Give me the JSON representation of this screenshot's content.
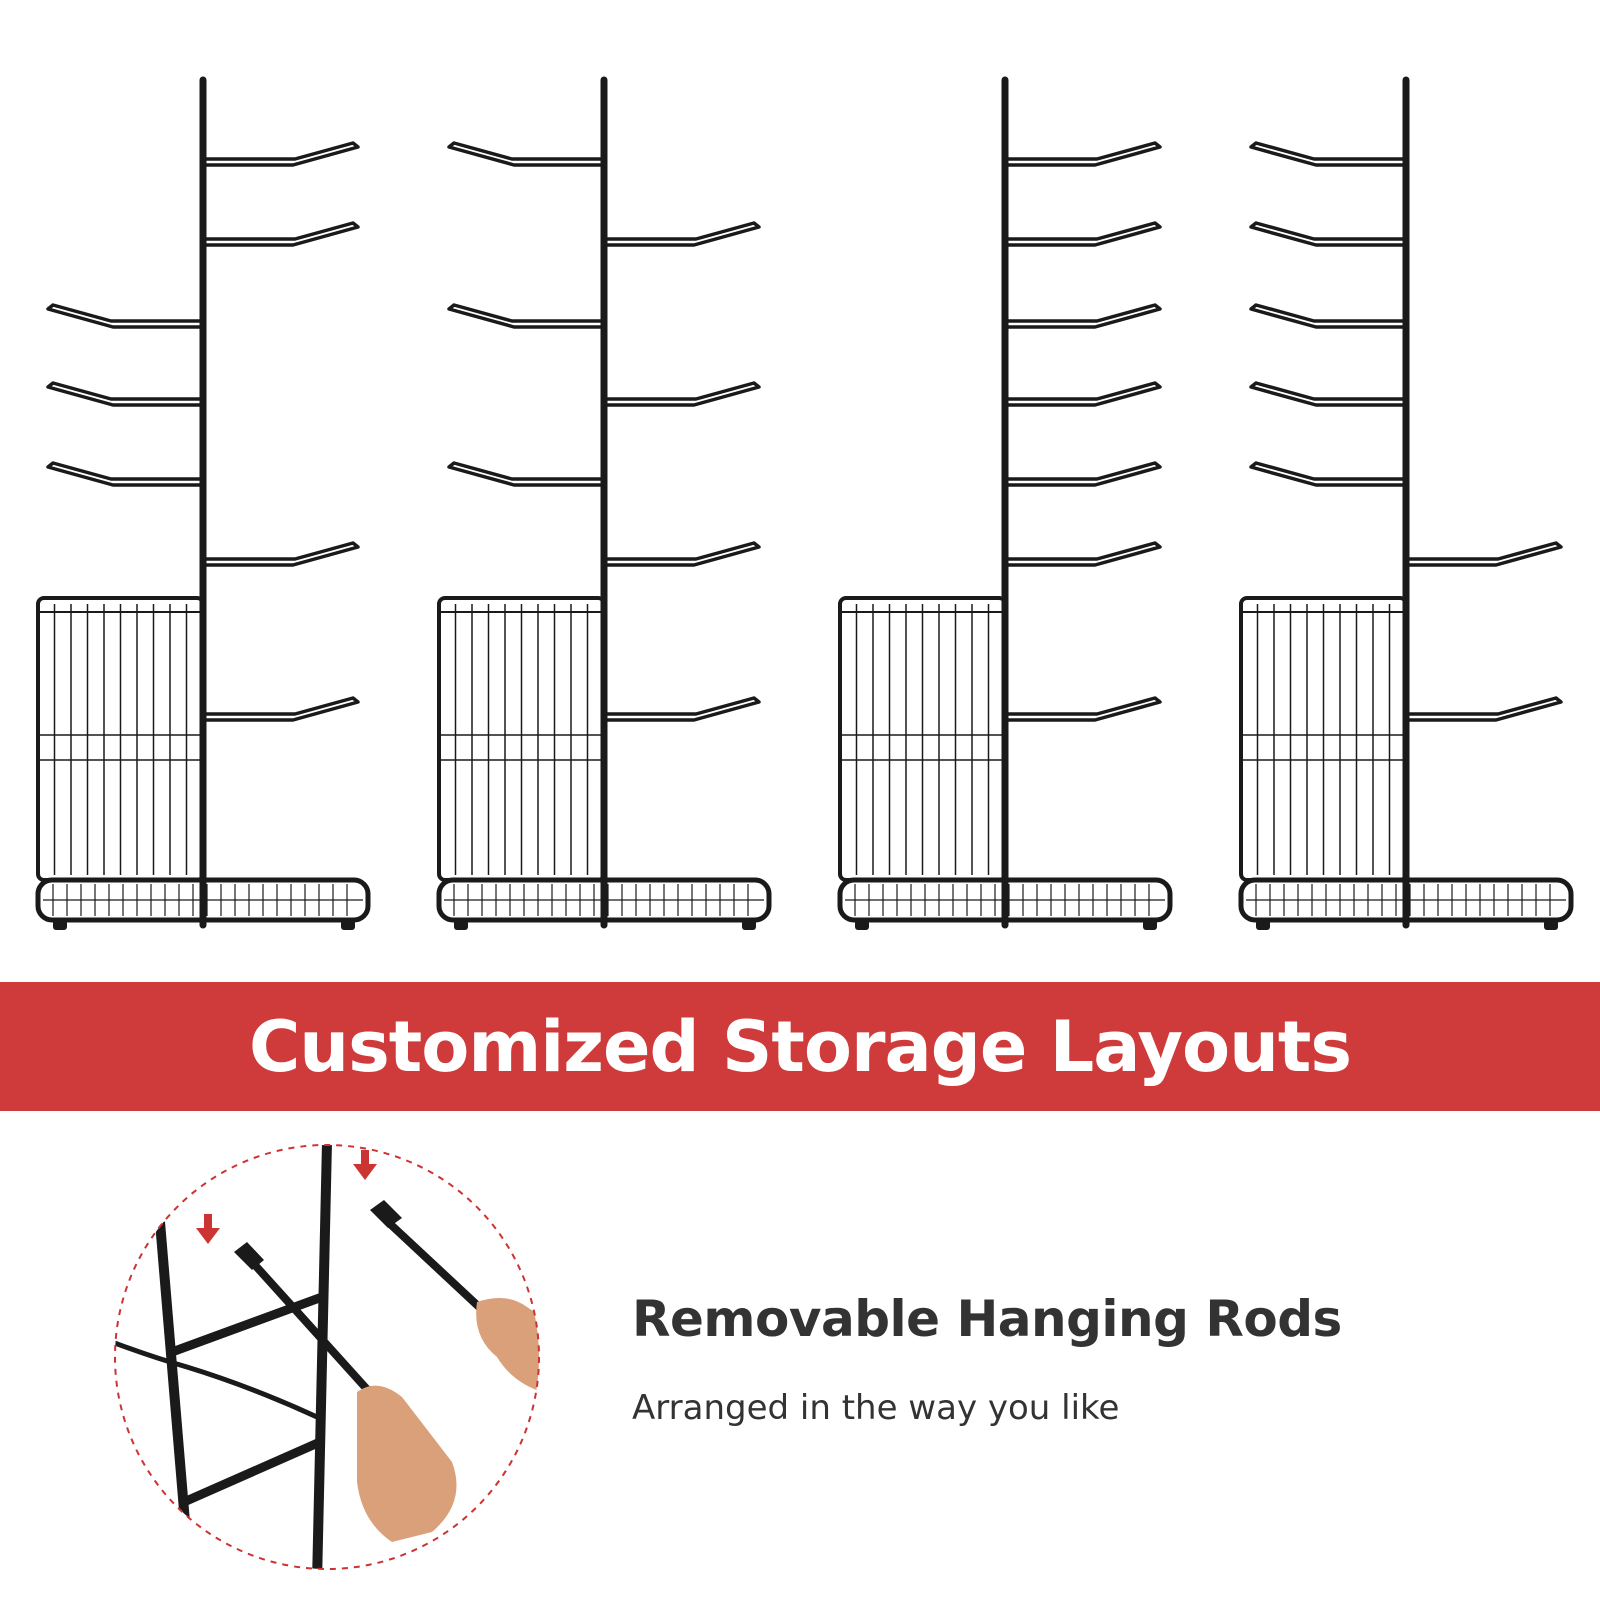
{
  "banner": {
    "title": "Customized Storage Layouts",
    "color": "#cf3a3a"
  },
  "feature": {
    "title": "Removable Hanging Rods",
    "subtitle": "Arranged in the way you like"
  },
  "racks": [
    {
      "name": "layout-1",
      "arms": [
        "R",
        "R",
        "L",
        "L",
        "L",
        "R",
        "R"
      ]
    },
    {
      "name": "layout-2",
      "arms": [
        "L",
        "R",
        "L",
        "R",
        "L",
        "R",
        "R"
      ]
    },
    {
      "name": "layout-3",
      "arms": [
        "R",
        "R",
        "R",
        "R",
        "R",
        "R",
        "R"
      ]
    },
    {
      "name": "layout-4",
      "arms": [
        "L",
        "L",
        "L",
        "L",
        "L",
        "R",
        "R"
      ]
    }
  ],
  "colors": {
    "metal": "#1a1a1a",
    "arrow": "#cc3333",
    "skin": "#d9a07a"
  }
}
